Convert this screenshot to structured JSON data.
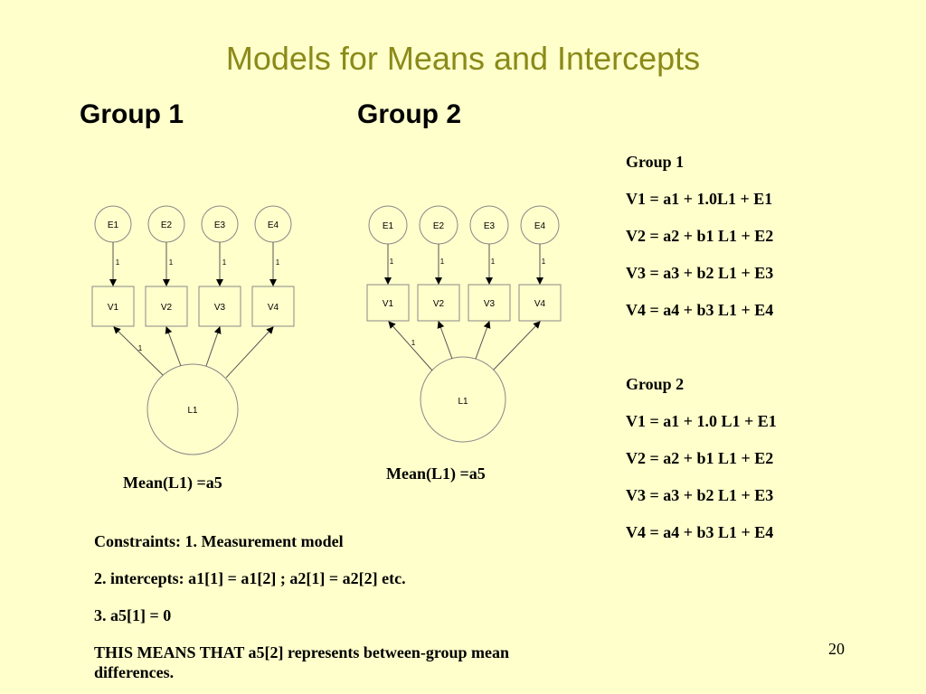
{
  "slide": {
    "title": "Models for Means and Intercepts",
    "page_number": "20"
  },
  "groups": [
    {
      "heading": "Group 1",
      "errors": [
        "E1",
        "E2",
        "E3",
        "E4"
      ],
      "error_loadings": [
        "1",
        "1",
        "1",
        "1"
      ],
      "indicators": [
        "V1",
        "V2",
        "V3",
        "V4"
      ],
      "latent": "L1",
      "latent_loading": "1",
      "mean_label": "Mean(L1) =a5"
    },
    {
      "heading": "Group 2",
      "errors": [
        "E1",
        "E2",
        "E3",
        "E4"
      ],
      "error_loadings": [
        "1",
        "1",
        "1",
        "1"
      ],
      "indicators": [
        "V1",
        "V2",
        "V3",
        "V4"
      ],
      "latent": "L1",
      "latent_loading": "1",
      "mean_label": "Mean(L1) =a5"
    }
  ],
  "equations": {
    "group1": {
      "title": "Group 1",
      "lines": [
        "V1 = a1 + 1.0L1 + E1",
        "V2 = a2 + b1 L1 + E2",
        "V3 = a3 + b2 L1 + E3",
        "V4 = a4 + b3 L1 + E4"
      ]
    },
    "group2": {
      "title": "Group 2",
      "lines": [
        "V1 = a1 + 1.0 L1 + E1",
        "V2 = a2 + b1 L1 + E2",
        "V3 = a3 + b2 L1 + E3",
        "V4 = a4 + b3 L1 + E4"
      ]
    }
  },
  "constraints": [
    "Constraints:  1. Measurement model",
    "2. intercepts: a1[1] = a1[2] ; a2[1]  = a2[2] etc.",
    "3. a5[1] = 0",
    "THIS MEANS THAT a5[2] represents between-group mean differences."
  ]
}
